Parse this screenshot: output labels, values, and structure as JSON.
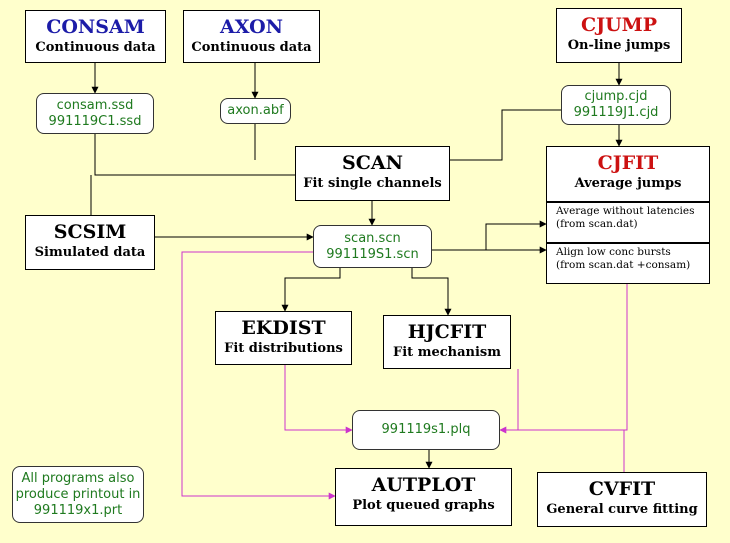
{
  "programs": {
    "consam": {
      "title": "CONSAM",
      "subtitle": "Continuous data"
    },
    "axon": {
      "title": "AXON",
      "subtitle": "Continuous data"
    },
    "cjump": {
      "title": "CJUMP",
      "subtitle": "On-line jumps"
    },
    "scan": {
      "title": "SCAN",
      "subtitle": "Fit single channels"
    },
    "cjfit": {
      "title": "CJFIT",
      "subtitle": "Average jumps"
    },
    "scsim": {
      "title": "SCSIM",
      "subtitle": "Simulated data"
    },
    "ekdist": {
      "title": "EKDIST",
      "subtitle": "Fit distributions"
    },
    "hjcfit": {
      "title": "HJCFIT",
      "subtitle": "Fit mechanism"
    },
    "autplot": {
      "title": "AUTPLOT",
      "subtitle": "Plot queued graphs"
    },
    "cvfit": {
      "title": "CVFIT",
      "subtitle": "General curve fitting"
    }
  },
  "cjfit_options": {
    "avg_no_latency": {
      "line1": "Average without latencies",
      "line2": "(from scan.dat)"
    },
    "align_bursts": {
      "line1": "Align low conc bursts",
      "line2": "(from scan.dat +consam)"
    }
  },
  "files": {
    "consam": {
      "line1": "consam.ssd",
      "line2": "991119C1.ssd"
    },
    "axon": {
      "line1": "axon.abf"
    },
    "cjump": {
      "line1": "cjump.cjd",
      "line2": "991119J1.cjd"
    },
    "scan": {
      "line1": "scan.scn",
      "line2": "991119S1.scn"
    },
    "plq": {
      "line1": "991119s1.plq"
    },
    "note": {
      "line1": "All programs also",
      "line2": "produce printout in",
      "line3": "991119x1.prt"
    }
  },
  "colors": {
    "background": "#ffffcc",
    "data_arrow": "#000000",
    "plot_arrow": "#cc33cc",
    "title_blue": "#1c1ca8",
    "title_red": "#cc1111",
    "file_text": "#1f7a1f"
  }
}
